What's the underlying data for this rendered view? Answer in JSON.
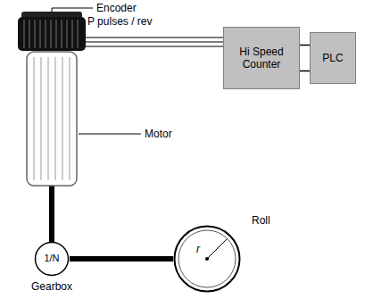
{
  "diagram": {
    "nodes": [
      {
        "text": [
          "Hi Speed Counter"
        ]
      },
      {
        "text": [
          "PLC"
        ]
      },
      {
        "text": [
          "1/N"
        ]
      },
      {
        "text": [
          "r"
        ]
      }
    ],
    "edges": [
      {
        "from": 0,
        "to": 1,
        "arrow": "none"
      },
      {
        "from": 0,
        "to": 1,
        "arrow": "none"
      },
      {
        "from": 2,
        "to": 3,
        "arrow": "none"
      }
    ],
    "labels": [
      "Encoder",
      "P pulses / rev",
      "Motor",
      "Gearbox",
      "Roll"
    ]
  }
}
